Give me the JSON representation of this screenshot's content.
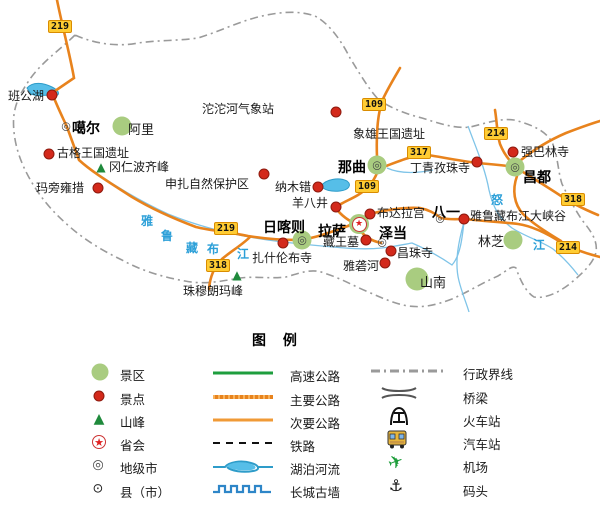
{
  "map": {
    "cities": [
      {
        "name": "噶尔",
        "type": "地级市"
      },
      {
        "name": "那曲",
        "type": "地级市+景区"
      },
      {
        "name": "昌都",
        "type": "地级市+景区"
      },
      {
        "name": "日喀则",
        "type": "地级市+景区"
      },
      {
        "name": "拉萨",
        "type": "省会+景区"
      },
      {
        "name": "泽当",
        "type": "地级市"
      },
      {
        "name": "八一",
        "type": "地级市"
      }
    ],
    "scenic_areas": [
      {
        "name": "阿里"
      },
      {
        "name": "林芝"
      },
      {
        "name": "山南"
      }
    ],
    "spots": [
      {
        "name": "班公湖"
      },
      {
        "name": "古格王国遗址"
      },
      {
        "name": "玛旁雍措"
      },
      {
        "name": "申扎自然保护区"
      },
      {
        "name": "沱沱河气象站"
      },
      {
        "name": "象雄王国遗址"
      },
      {
        "name": "纳木错"
      },
      {
        "name": "羊八井"
      },
      {
        "name": "丁青孜珠寺"
      },
      {
        "name": "强巴林寺"
      },
      {
        "name": "布达拉宫"
      },
      {
        "name": "雅鲁藏布江大峡谷"
      },
      {
        "name": "藏王墓"
      },
      {
        "name": "昌珠寺"
      },
      {
        "name": "雅砻河"
      },
      {
        "name": "扎什伦布寺"
      }
    ],
    "mountains": [
      {
        "name": "冈仁波齐峰"
      },
      {
        "name": "珠穆朗玛峰"
      }
    ],
    "road_signs": [
      "219",
      "109",
      "317",
      "109",
      "214",
      "318",
      "219",
      "318",
      "214"
    ],
    "yarlung": [
      "雅",
      "鲁",
      "藏",
      "布",
      "江"
    ],
    "nujiang": [
      "怒",
      "江"
    ],
    "river_names": [
      "雅鲁藏布江",
      "怒江"
    ],
    "colors": {
      "road_orange": "#E8831D",
      "highway_green": "#1E9E3E",
      "river_blue": "#7FC4E8",
      "boundary_gray": "#9A9A9A",
      "sign_yellow": "#FFCC33",
      "scenic_green": "#A9CC80",
      "spot_red": "#D3291B",
      "river_text_blue": "#2B9FD8"
    }
  },
  "icons": {
    "star": "★",
    "double_circle": "◎",
    "dot_circle": "⊙",
    "triangle": "▲",
    "plane": "✈",
    "anchor": "⚓"
  },
  "legend": {
    "title": "图 例",
    "col1": [
      {
        "label": "景区",
        "symbol": "scenic-circle"
      },
      {
        "label": "景点",
        "symbol": "spot-dot"
      },
      {
        "label": "山峰",
        "symbol": "mountain-triangle"
      },
      {
        "label": "省会",
        "symbol": "capital-star"
      },
      {
        "label": "地级市",
        "symbol": "double-circle"
      },
      {
        "label": "县（市）",
        "symbol": "dot-circle"
      }
    ],
    "col2": [
      {
        "label": "高速公路",
        "symbol": "green-line"
      },
      {
        "label": "主要公路",
        "symbol": "orange-thick-line"
      },
      {
        "label": "次要公路",
        "symbol": "orange-thin-line"
      },
      {
        "label": "铁路",
        "symbol": "black-dashed-line"
      },
      {
        "label": "湖泊河流",
        "symbol": "lake-river"
      },
      {
        "label": "长城古墙",
        "symbol": "great-wall-line"
      }
    ],
    "col3": [
      {
        "label": "行政界线",
        "symbol": "gray-dashed-line"
      },
      {
        "label": "桥梁",
        "symbol": "bridge"
      },
      {
        "label": "火车站",
        "symbol": "train-station"
      },
      {
        "label": "汽车站",
        "symbol": "bus-station"
      },
      {
        "label": "机场",
        "symbol": "airport"
      },
      {
        "label": "码头",
        "symbol": "dock"
      }
    ]
  }
}
